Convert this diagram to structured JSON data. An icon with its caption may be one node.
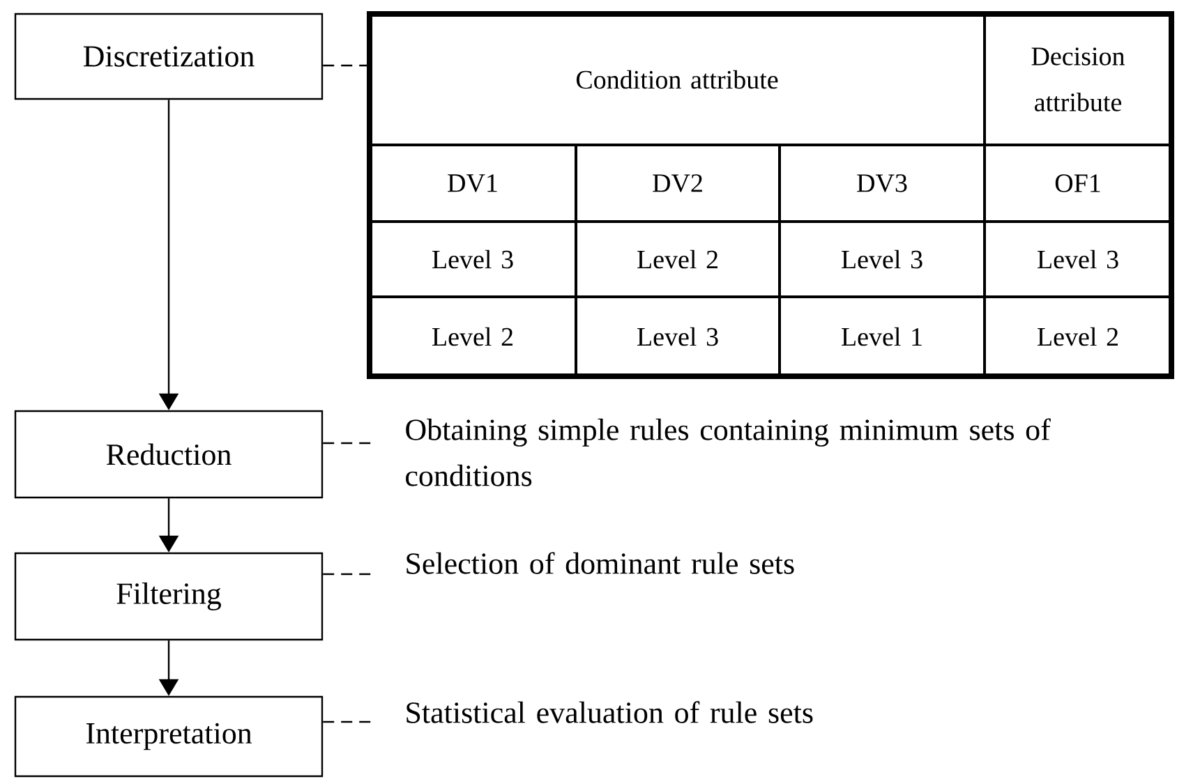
{
  "diagram": {
    "nodes": [
      {
        "text": [
          "Discretization"
        ]
      },
      {
        "text": [
          "Reduction"
        ]
      },
      {
        "text": [
          "Filtering"
        ]
      },
      {
        "text": [
          "Interpretation"
        ]
      },
      {
        "text": [],
        "shape": "box"
      },
      {
        "text": [
          "Obtaining simple rules containing minimum sets of conditions"
        ]
      },
      {
        "text": [
          "Selection of dominant rule sets"
        ]
      },
      {
        "text": [
          "Statistical evaluation of rule sets"
        ]
      }
    ],
    "edges": [
      {
        "from": 0,
        "to": 1,
        "arrow": "to"
      },
      {
        "from": 1,
        "to": 2,
        "arrow": "to"
      },
      {
        "from": 2,
        "to": 3,
        "arrow": "to"
      },
      {
        "from": 0,
        "to": 4,
        "arrow": "none",
        "style": "dashed"
      },
      {
        "from": 1,
        "to": 5,
        "arrow": "none",
        "style": "dashed"
      },
      {
        "from": 2,
        "to": 6,
        "arrow": "none",
        "style": "dashed"
      },
      {
        "from": 3,
        "to": 7,
        "arrow": "none",
        "style": "dashed"
      }
    ],
    "labels": [
      "Condition attribute",
      "Decision attribute",
      "DV1",
      "DV2",
      "DV3",
      "OF1",
      "Level 3",
      "Level 2",
      "Level 3",
      "Level 3",
      "Level 2",
      "Level 3",
      "Level 1",
      "Level 2"
    ]
  }
}
